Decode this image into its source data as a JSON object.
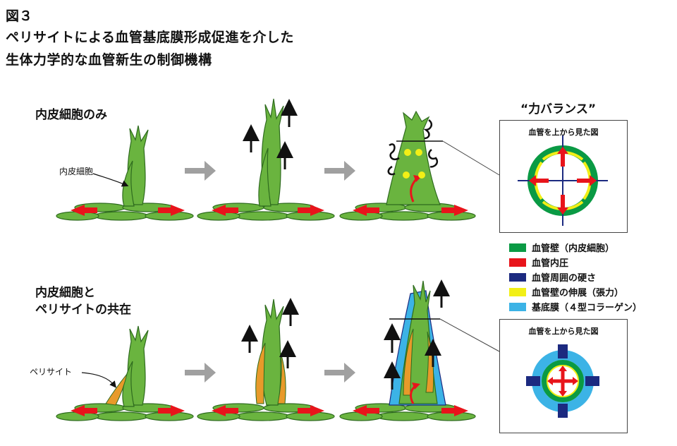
{
  "figure": {
    "number": "図３",
    "title_line1": "ペリサイトによる血管基底膜形成促進を介した",
    "title_line2": "生体力学的な血管新生の制御機構"
  },
  "rows": {
    "top_label": "内皮細胞のみ",
    "bottom_label_line1": "内皮細胞と",
    "bottom_label_line2": "ペリサイトの共在",
    "endothelial_cell_label": "内皮細胞",
    "pericyte_label": "ペリサイト"
  },
  "force_balance": {
    "title": "“力バランス”",
    "top_view_title": "血管を上から見た図",
    "bottom_view_title": "血管を上から見た図"
  },
  "legend": [
    {
      "label": "血管壁（内皮細胞）",
      "color": "#0a9a44"
    },
    {
      "label": "血管内圧",
      "color": "#e8141b"
    },
    {
      "label": "血管周囲の硬さ",
      "color": "#1c2a80"
    },
    {
      "label": "血管壁の伸展（張力）",
      "color": "#f2ef16"
    },
    {
      "label": "基底膜（４型コラーゲン）",
      "color": "#3cb3e6"
    }
  ],
  "colors": {
    "cell_green": "#6ab43f",
    "cell_outline": "#2e6b1e",
    "pericyte_orange": "#e89a2a",
    "arrow_gray": "#a0a0a0",
    "red": "#e8141b",
    "navy": "#1c2a80",
    "yellow": "#f2ef16",
    "cyan": "#3cb3e6",
    "wall_green": "#0a9a44"
  }
}
